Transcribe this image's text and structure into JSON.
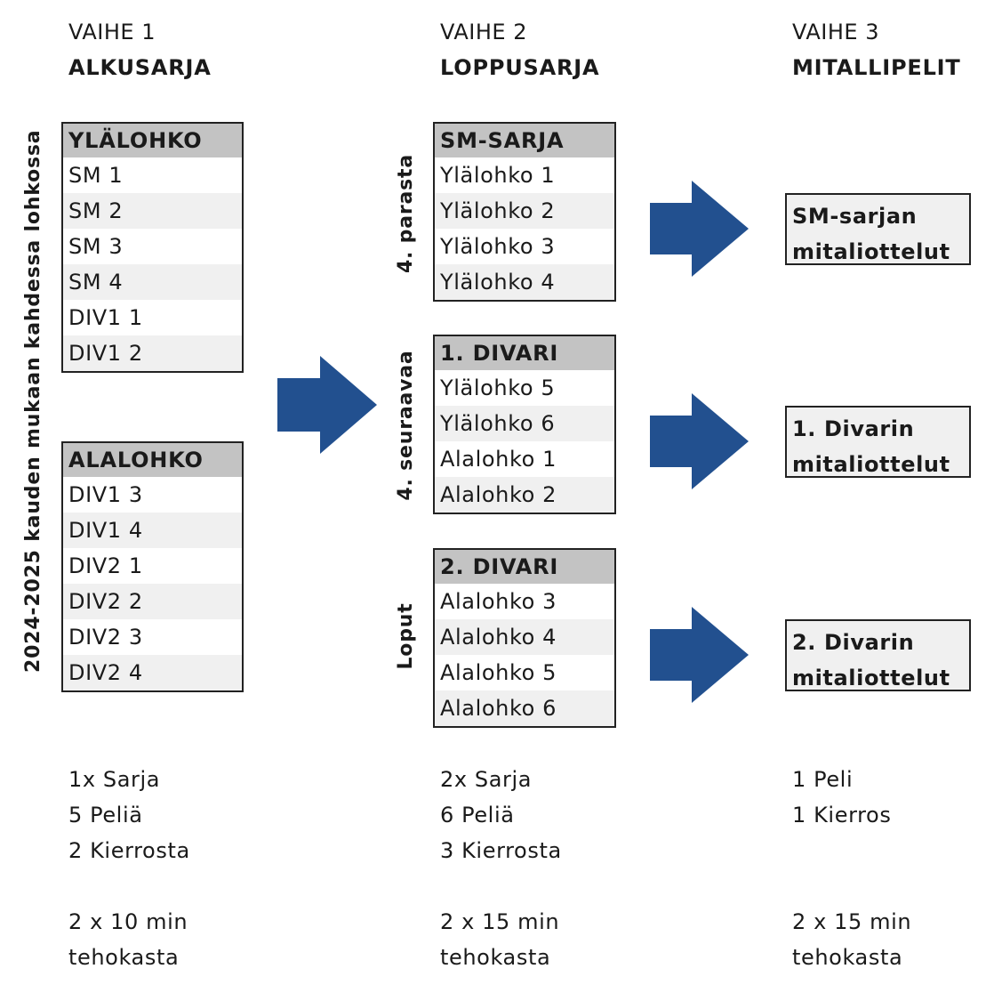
{
  "colors": {
    "arrow": "#22508f",
    "header_bg": "#c3c3c3",
    "row_alt": "#f0f0f0"
  },
  "side_label": "2024-2025 kauden mukaan kahdessa lohkossa",
  "stages": [
    {
      "label": "VAIHE 1",
      "title": "ALKUSARJA"
    },
    {
      "label": "VAIHE 2",
      "title": "LOPPUSARJA"
    },
    {
      "label": "VAIHE 3",
      "title": "MITALLIPELIT"
    }
  ],
  "stage1_tables": [
    {
      "header": "YLÄLOHKO",
      "rows": [
        "SM 1",
        "SM 2",
        "SM 3",
        "SM 4",
        "DIV1 1",
        "DIV1 2"
      ]
    },
    {
      "header": "ALALOHKO",
      "rows": [
        "DIV1 3",
        "DIV1 4",
        "DIV2 1",
        "DIV2 2",
        "DIV2 3",
        "DIV2 4"
      ]
    }
  ],
  "stage2_tables": [
    {
      "side": "4. parasta",
      "header": "SM-SARJA",
      "rows": [
        "Ylälohko 1",
        "Ylälohko 2",
        "Ylälohko 3",
        "Ylälohko 4"
      ]
    },
    {
      "side": "4. seuraavaa",
      "header": "1. DIVARI",
      "rows": [
        "Ylälohko 5",
        "Ylälohko 6",
        "Alalohko 1",
        "Alalohko 2"
      ]
    },
    {
      "side": "Loput",
      "header": "2. DIVARI",
      "rows": [
        "Alalohko 3",
        "Alalohko 4",
        "Alalohko 5",
        "Alalohko 6"
      ]
    }
  ],
  "results": [
    [
      "SM-sarjan",
      "mitaliottelut"
    ],
    [
      "1. Divarin",
      "mitaliottelut"
    ],
    [
      "2. Divarin",
      "mitaliottelut"
    ]
  ],
  "info": [
    {
      "format": [
        "1x Sarja",
        "5 Peliä",
        "2 Kierrosta"
      ],
      "time": [
        "2 x 10 min",
        "tehokasta"
      ]
    },
    {
      "format": [
        "2x Sarja",
        "6 Peliä",
        "3 Kierrosta"
      ],
      "time": [
        "2 x 15 min",
        "tehokasta"
      ]
    },
    {
      "format": [
        "1 Peli",
        "1 Kierros"
      ],
      "time": [
        "2 x 15 min",
        "tehokasta"
      ]
    }
  ]
}
